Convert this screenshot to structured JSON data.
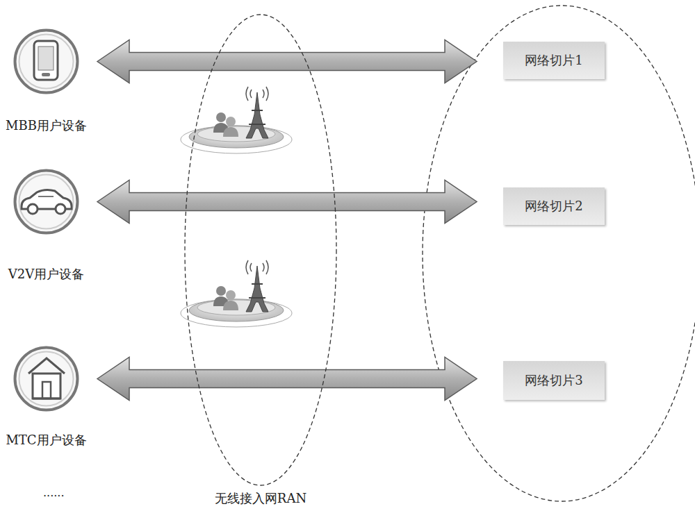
{
  "diagram": {
    "nodes": [
      {
        "text": [
          "MBB用户设备"
        ]
      },
      {
        "text": [
          "V2V用户设备"
        ]
      },
      {
        "text": [
          "MTC用户设备"
        ]
      },
      {
        "text": [
          "无线接入网RAN"
        ]
      },
      {
        "text": [
          "网络切片1"
        ]
      },
      {
        "text": [
          "网络切片2"
        ]
      },
      {
        "text": [
          "网络切片3"
        ]
      }
    ],
    "edges": [
      {
        "from": 0,
        "to": 4,
        "arrow": "both"
      },
      {
        "from": 1,
        "to": 5,
        "arrow": "both"
      },
      {
        "from": 2,
        "to": 6,
        "arrow": "both"
      }
    ],
    "labels": [
      "......"
    ]
  }
}
